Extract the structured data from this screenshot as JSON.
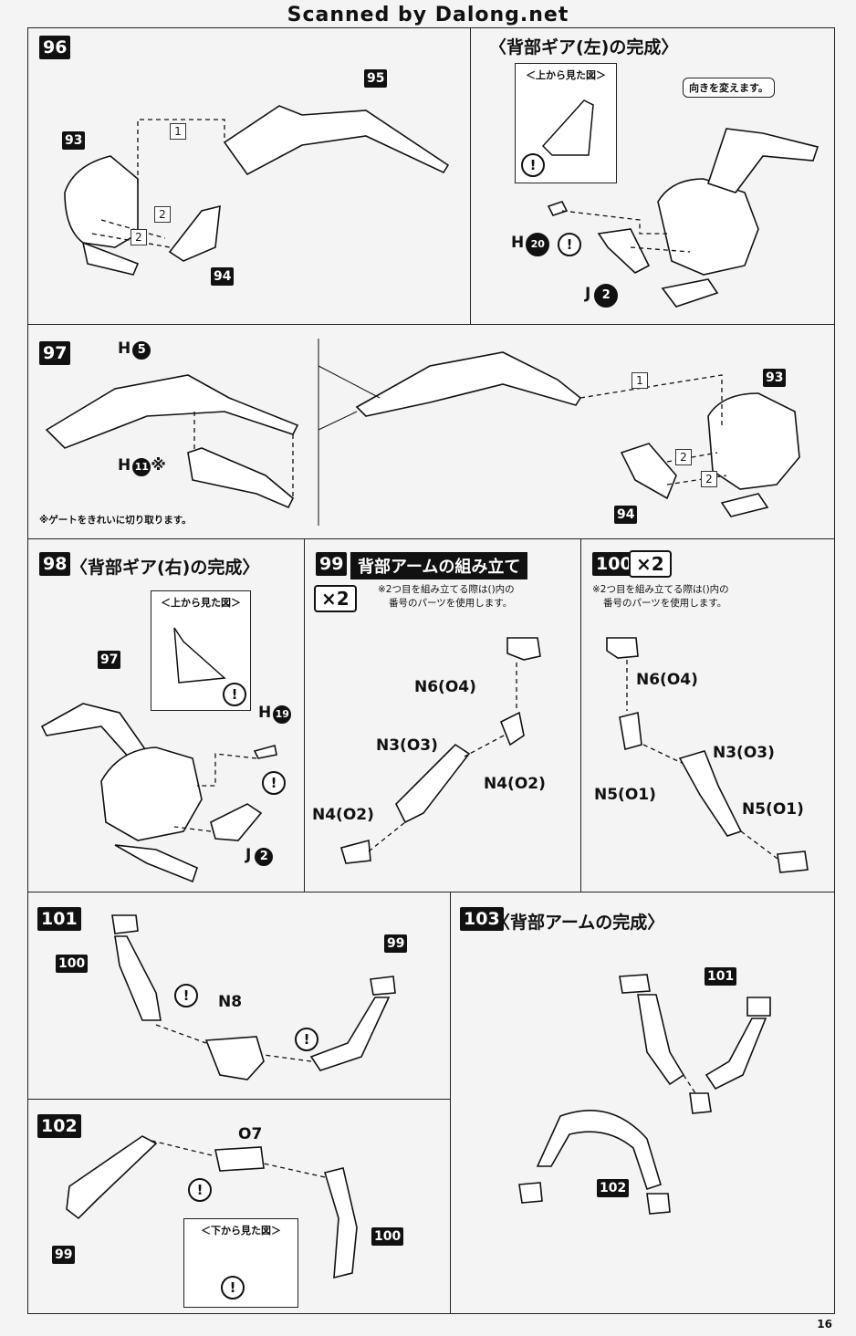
{
  "watermark": "Scanned by Dalong.net",
  "page_number": "16",
  "steps": {
    "s96": {
      "num": "96",
      "title": "〈背部ギア(左)の完成〉",
      "sub_caption": "＜上から見た図＞",
      "callout": "向きを変えます。",
      "parts": [
        "95",
        "93",
        "94"
      ],
      "h_label": "H",
      "h_num": "20",
      "j_label": "J",
      "j_num": "2",
      "arrow_nums": [
        "1",
        "2",
        "2"
      ]
    },
    "s97": {
      "num": "97",
      "h5_label": "H",
      "h5_num": "5",
      "h11_label": "H",
      "h11_num": "11",
      "h11_mark": "※",
      "note": "※ゲートをきれいに切り取ります。",
      "parts": [
        "93",
        "94"
      ],
      "arrow_nums": [
        "1",
        "2",
        "2"
      ]
    },
    "s98": {
      "num": "98",
      "title": "〈背部ギア(右)の完成〉",
      "sub_caption": "＜上から見た図＞",
      "part": "97",
      "h_label": "H",
      "h_num": "19",
      "j_label": "J",
      "j_num": "2"
    },
    "s99": {
      "num": "99",
      "title": "背部アームの組み立て",
      "mult": "×2",
      "note1": "※2つ目を組み立てる際は()内の",
      "note2": "番号のパーツを使用します。",
      "labels": [
        "N6(O4)",
        "N3(O3)",
        "N4(O2)",
        "N4(O2)"
      ]
    },
    "s100": {
      "num": "100",
      "mult": "×2",
      "note1": "※2つ目を組み立てる際は()内の",
      "note2": "番号のパーツを使用します。",
      "labels": [
        "N6(O4)",
        "N3(O3)",
        "N5(O1)",
        "N5(O1)"
      ]
    },
    "s101": {
      "num": "101",
      "parts": [
        "100",
        "99"
      ],
      "label": "N8"
    },
    "s102": {
      "num": "102",
      "parts": [
        "99",
        "100"
      ],
      "label": "O7",
      "sub_caption": "＜下から見た図＞"
    },
    "s103": {
      "num": "103",
      "title": "〈背部アームの完成〉",
      "parts": [
        "101",
        "102"
      ]
    }
  }
}
